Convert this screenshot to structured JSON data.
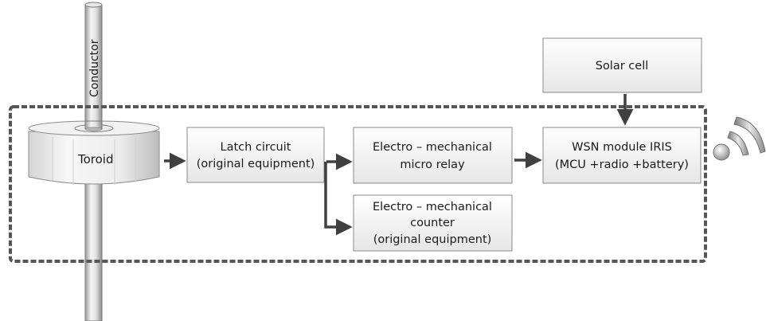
{
  "conductor": {
    "label": "Conductor"
  },
  "toroid": {
    "label": "Toroid"
  },
  "latch": {
    "line1": "Latch circuit",
    "line2": "(original equipment)"
  },
  "relay": {
    "line1": "Electro – mechanical",
    "line2": "micro relay"
  },
  "counter": {
    "line1": "Electro – mechanical",
    "line2": "counter",
    "line3": "(original equipment)"
  },
  "wsn": {
    "line1": "WSN module IRIS",
    "line2": "(MCU +radio +battery)"
  },
  "solar": {
    "label": "Solar cell"
  },
  "wireless": {
    "icon": "wireless-signal-icon"
  }
}
